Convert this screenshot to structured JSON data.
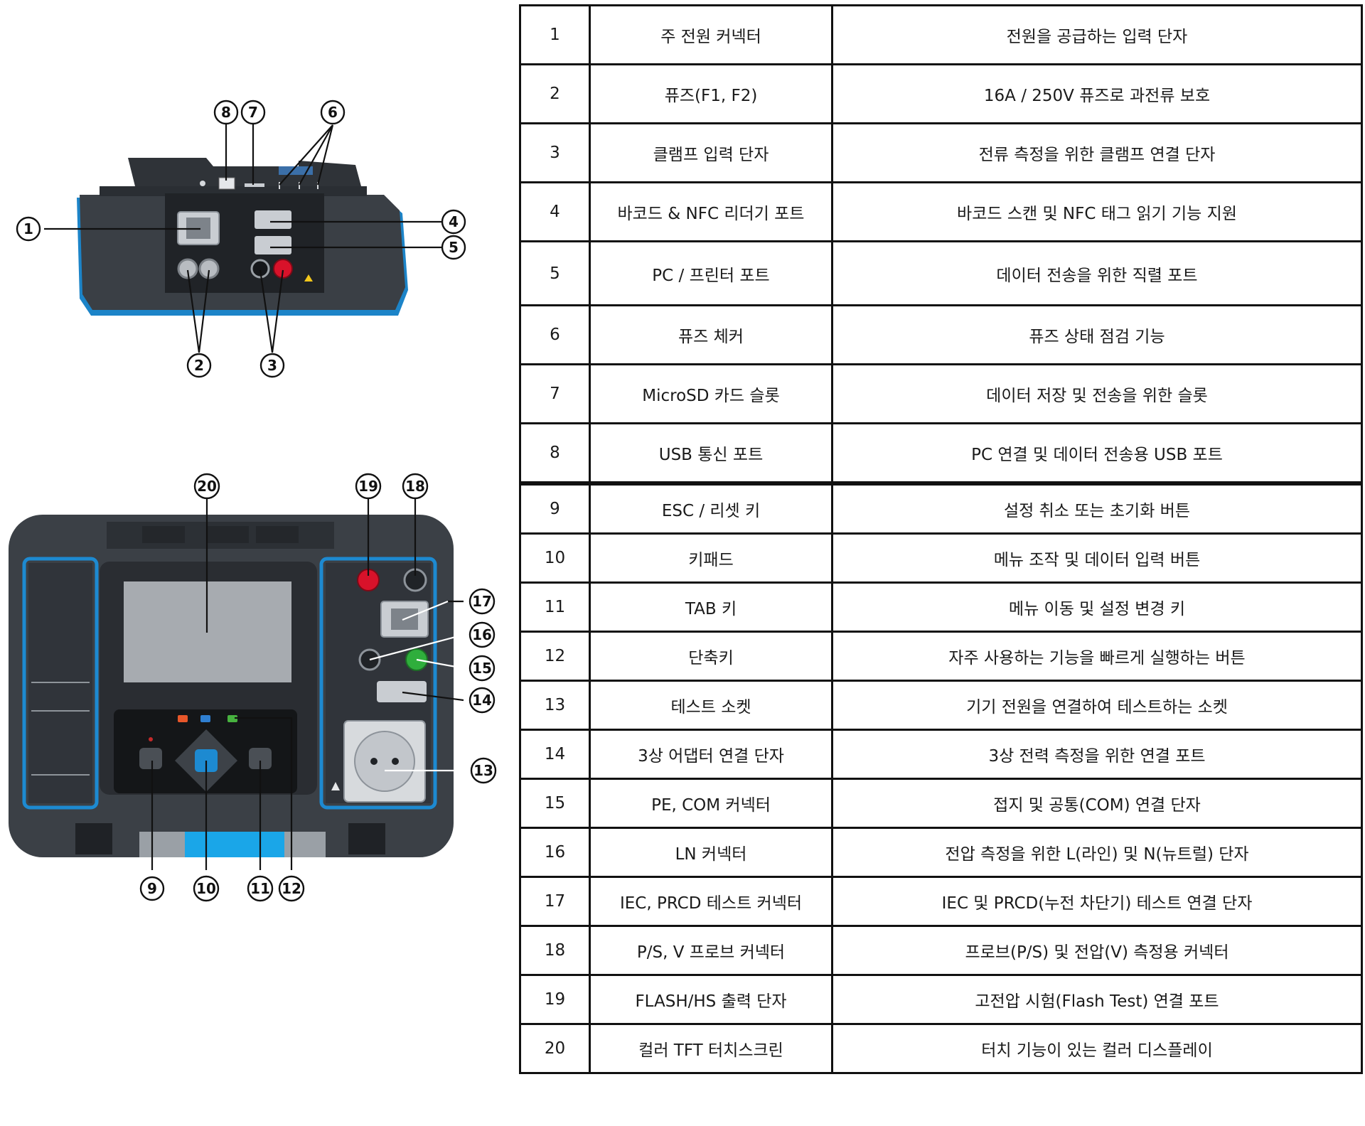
{
  "callouts": [
    "1",
    "2",
    "3",
    "4",
    "5",
    "6",
    "7",
    "8",
    "9",
    "10",
    "11",
    "12",
    "13",
    "14",
    "15",
    "16",
    "17",
    "18",
    "19",
    "20"
  ],
  "rows": [
    {
      "num": "1",
      "name": "주 전원 커넥터",
      "desc": "전원을 공급하는 입력 단자"
    },
    {
      "num": "2",
      "name": "퓨즈(F1, F2)",
      "desc": "16A / 250V 퓨즈로 과전류 보호"
    },
    {
      "num": "3",
      "name": "클램프 입력 단자",
      "desc": "전류 측정을 위한 클램프 연결 단자"
    },
    {
      "num": "4",
      "name": "바코드 & NFC 리더기 포트",
      "desc": "바코드 스캔 및 NFC 태그 읽기 기능 지원"
    },
    {
      "num": "5",
      "name": "PC / 프린터 포트",
      "desc": "데이터 전송을 위한 직렬 포트"
    },
    {
      "num": "6",
      "name": "퓨즈 체커",
      "desc": "퓨즈 상태 점검 기능"
    },
    {
      "num": "7",
      "name": "MicroSD 카드 슬롯",
      "desc": "데이터 저장 및 전송을 위한 슬롯"
    },
    {
      "num": "8",
      "name": "USB 통신 포트",
      "desc": "PC 연결 및 데이터 전송용 USB 포트"
    },
    {
      "num": "9",
      "name": "ESC / 리셋 키",
      "desc": "설정 취소 또는 초기화 버튼"
    },
    {
      "num": "10",
      "name": "키패드",
      "desc": "메뉴 조작 및 데이터 입력 버튼"
    },
    {
      "num": "11",
      "name": "TAB 키",
      "desc": "메뉴 이동 및 설정 변경 키"
    },
    {
      "num": "12",
      "name": "단축키",
      "desc": "자주 사용하는 기능을 빠르게 실행하는 버튼"
    },
    {
      "num": "13",
      "name": "테스트 소켓",
      "desc": "기기 전원을 연결하여 테스트하는 소켓"
    },
    {
      "num": "14",
      "name": "3상 어댑터 연결 단자",
      "desc": "3상 전력 측정을 위한 연결 포트"
    },
    {
      "num": "15",
      "name": "PE, COM 커넥터",
      "desc": "접지 및 공통(COM) 연결 단자"
    },
    {
      "num": "16",
      "name": "LN 커넥터",
      "desc": "전압 측정을 위한 L(라인) 및 N(뉴트럴) 단자"
    },
    {
      "num": "17",
      "name": "IEC, PRCD 테스트 커넥터",
      "desc": "IEC 및 PRCD(누전 차단기) 테스트 연결 단자"
    },
    {
      "num": "18",
      "name": "P/S, V 프로브 커넥터",
      "desc": "프로브(P/S) 및 전압(V) 측정용 커넥터"
    },
    {
      "num": "19",
      "name": "FLASH/HS 출력 단자",
      "desc": "고전압 시험(Flash Test) 연결 포트"
    },
    {
      "num": "20",
      "name": "컬러 TFT 터치스크린",
      "desc": "터치 기능이 있는 컬러 디스플레이"
    }
  ]
}
